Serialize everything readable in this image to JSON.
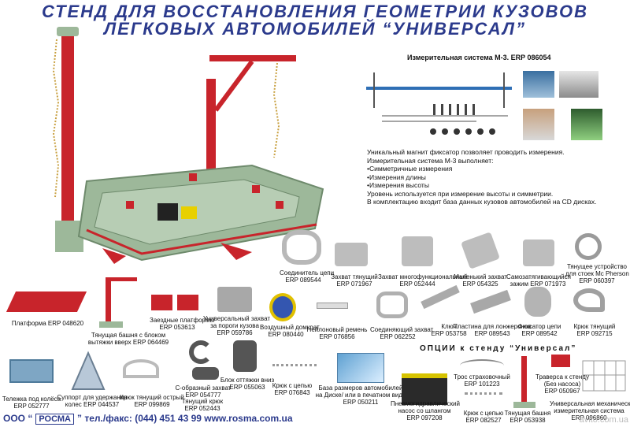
{
  "header": {
    "line1": "СТЕНД ДЛЯ ВОССТАНОВЛЕНИЯ ГЕОМЕТРИИ КУЗОВОВ",
    "line2": "ЛЕГКОВЫХ АВТОМОБИЛЕЙ “УНИВЕРСАЛ”"
  },
  "measuring": {
    "title": "Измерительная система М-3. ERP 086054",
    "lines": [
      "Уникальный магнит фиксатор позволяет проводить измерения.",
      "Измерительная система М-3 выполняет:",
      "•Симметричные измерения",
      "•Измерения длины",
      "•Измерения высоты",
      "Уровень используется при измерение высоты и симметрии.",
      "В  комплектацию входит база данных кузовов автомобилей на CD дисках."
    ]
  },
  "items": {
    "connector": [
      "Соединитель цепи",
      "ERP 089544"
    ],
    "grip_pull": [
      "Захват тянущий",
      "ERP 071967"
    ],
    "grip_multi": [
      "Захват многофункциональный",
      "ERP 052444"
    ],
    "grip_small": [
      "Маленький захват",
      "ERP 054325"
    ],
    "grip_self": [
      "Самозатягивающийся",
      "зажим ERP 071973"
    ],
    "pull_mcpherson": [
      "Тянущее устройство",
      "для стоек Mc Pherson",
      "ERP 060397"
    ],
    "platform": [
      "Платформа ERP 048620"
    ],
    "tower_block": [
      "Тянущая башня с блоком",
      "вытяжки вверх ERP 064469"
    ],
    "entry_platforms": [
      "Заездные платформы",
      "ERP 053613"
    ],
    "universal_grip": [
      "Универсальный захват",
      "за пороги кузова",
      "ERP 059786"
    ],
    "air_jack": [
      "Воздушный домкрат",
      "ERP 080440"
    ],
    "nylon_belt": [
      "Нейлоновый ремень",
      "ERP 076856"
    ],
    "connecting_grip": [
      "Соединяющий захват",
      "ERP 062252"
    ],
    "key": [
      "Ключ",
      "ERP 053758"
    ],
    "spar_plate": [
      "Пластина для лонжеронов",
      "ERP 089543"
    ],
    "chain_fixer": [
      "Фиксатор цепи",
      "ERP 089542"
    ],
    "pull_hook": [
      "Крюк тянущий",
      "ERP 092715"
    ],
    "wheel_cart": [
      "Тележка под колёса",
      "ERP 052777"
    ],
    "wheel_support": [
      "Суппорт для удержания",
      "колес ERP 044537"
    ],
    "sharp_hook": [
      "Крюк тянущий острый",
      "ERP 099869"
    ],
    "c_grip": [
      "С-образный захват",
      "ERP 054777"
    ],
    "pull_hook2": [
      "Тянущий крюк",
      "ERP 052443"
    ],
    "pull_down_block": [
      "Блок оттяжки вниз",
      "ERP 055063"
    ],
    "chain_hook": [
      "Крюк с цепью",
      "ERP 076843"
    ],
    "database": [
      "База размеров автомобилей",
      "на Диске/ или в печатном виде",
      "ERP 050211"
    ]
  },
  "options": {
    "heading": "ОПЦИИ к стенду “Универсал”",
    "pump": [
      "Пневмогидравлический",
      "насос со шлангом",
      "ERP 097208"
    ],
    "safety_cable": [
      "Трос страховочный",
      "ERP 101223"
    ],
    "chain_hook": [
      "Крюк с цепью",
      "ERP 082527"
    ],
    "tower": [
      "Тянущая башня",
      "ERP 053938"
    ],
    "traverse": [
      "Траверса к стенду",
      "(Без насоса)",
      "ERP 050967"
    ],
    "mech_measure": [
      "Универсальная механическая",
      "измерительная система",
      "ERP 096860"
    ]
  },
  "footer": {
    "company_left": "ООО “",
    "logo": "РОСМА",
    "company_right": "” тел./факс: (044) 451 43 99 www.rosma.com.ua"
  },
  "watermark": "avito.com.ua",
  "colors": {
    "title": "#2b3a8c",
    "red": "#c8242b",
    "green": "#9db89a",
    "blue": "#2f6fb5"
  }
}
